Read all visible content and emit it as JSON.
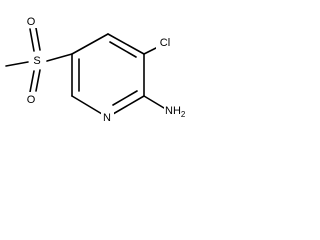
{
  "molecule": {
    "atoms": {
      "oxygen_top": "O",
      "oxygen_bottom": "O",
      "sulfur": "S",
      "chlorine": "Cl",
      "nitrogen_ring": "N",
      "amine": "NH",
      "amine_subscript": "2"
    }
  }
}
